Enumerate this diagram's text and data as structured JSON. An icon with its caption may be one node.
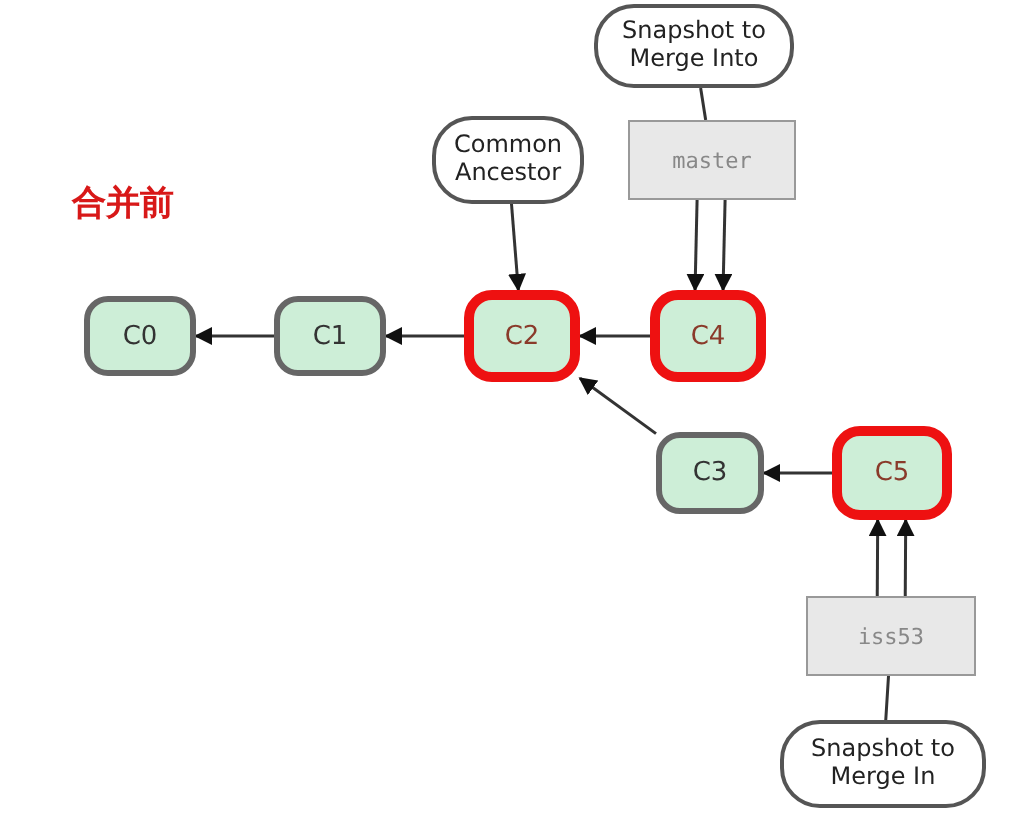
{
  "diagram": {
    "nodes": [
      {
        "text": [
          "Snapshot to Merge Into"
        ]
      },
      {
        "text": [
          "Common Ancestor"
        ]
      },
      {
        "text": [
          "master"
        ]
      },
      {
        "text": [
          "C0"
        ]
      },
      {
        "text": [
          "C1"
        ]
      },
      {
        "text": [
          "C2"
        ]
      },
      {
        "text": [
          "C4"
        ]
      },
      {
        "text": [
          "C3"
        ]
      },
      {
        "text": [
          "C5"
        ]
      },
      {
        "text": [
          "iss53"
        ]
      },
      {
        "text": [
          "Snapshot to Merge In"
        ]
      }
    ],
    "edges": [
      {
        "from": 4,
        "to": 3,
        "arrow": "to"
      },
      {
        "from": 5,
        "to": 4,
        "arrow": "to"
      },
      {
        "from": 6,
        "to": 5,
        "arrow": "to"
      },
      {
        "from": 7,
        "to": 5,
        "arrow": "to"
      },
      {
        "from": 8,
        "to": 7,
        "arrow": "to"
      },
      {
        "from": 1,
        "to": 5,
        "arrow": "to"
      },
      {
        "from": 0,
        "to": 2,
        "arrow": "none"
      },
      {
        "from": 2,
        "to": 6,
        "arrow": "to"
      },
      {
        "from": 2,
        "to": 6,
        "arrow": "to"
      },
      {
        "from": 9,
        "to": 8,
        "arrow": "to"
      },
      {
        "from": 9,
        "to": 8,
        "arrow": "to"
      },
      {
        "from": 10,
        "to": 9,
        "arrow": "none"
      }
    ],
    "labels": [
      "合并前"
    ]
  }
}
